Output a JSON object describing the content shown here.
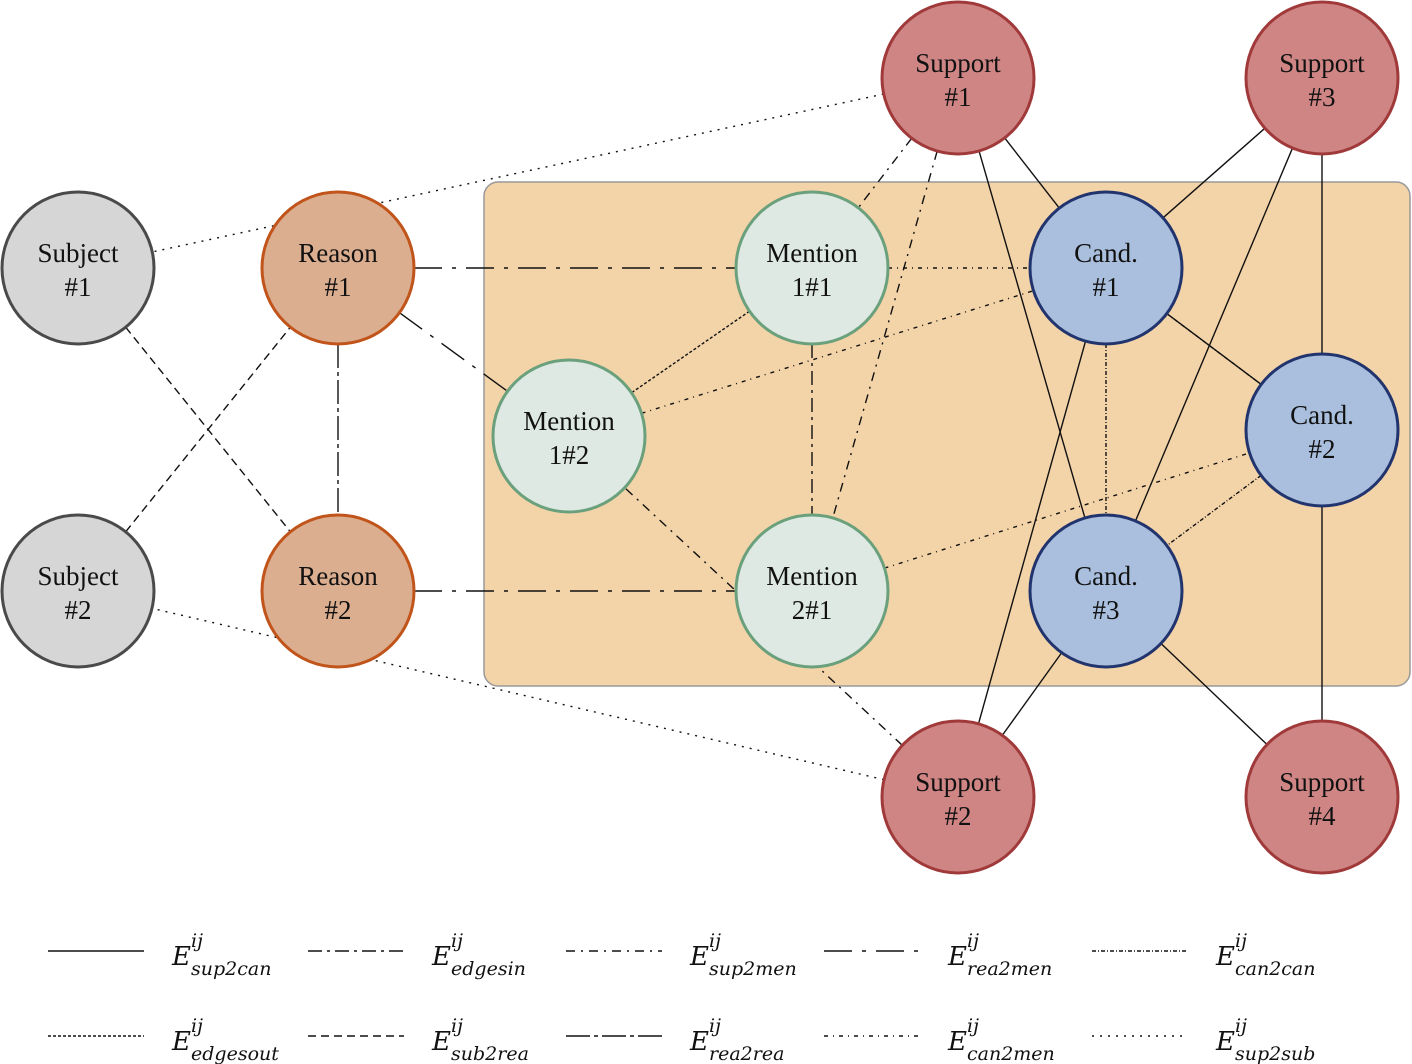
{
  "colors": {
    "background_box_fill": "#f3d3a8",
    "background_box_stroke": "#999999",
    "subject_fill": "#d6d6d6",
    "subject_stroke": "#4a4a4a",
    "reason_fill": "#dcae90",
    "reason_stroke": "#c0541a",
    "mention_fill": "#dfe9e3",
    "mention_stroke": "#6aa07c",
    "candidate_fill": "#a9bfdd",
    "candidate_stroke": "#22346e",
    "support_fill": "#d08585",
    "support_stroke": "#a03a3a",
    "edge": "#111111"
  },
  "nodes": [
    {
      "id": "subject1",
      "type": "subject",
      "line1": "Subject",
      "line2": "#1"
    },
    {
      "id": "subject2",
      "type": "subject",
      "line1": "Subject",
      "line2": "#2"
    },
    {
      "id": "reason1",
      "type": "reason",
      "line1": "Reason",
      "line2": "#1"
    },
    {
      "id": "reason2",
      "type": "reason",
      "line1": "Reason",
      "line2": "#2"
    },
    {
      "id": "mention11",
      "type": "mention",
      "line1": "Mention",
      "line2": "1#1"
    },
    {
      "id": "mention12",
      "type": "mention",
      "line1": "Mention",
      "line2": "1#2"
    },
    {
      "id": "mention21",
      "type": "mention",
      "line1": "Mention",
      "line2": "2#1"
    },
    {
      "id": "cand1",
      "type": "candidate",
      "line1": "Cand.",
      "line2": "#1"
    },
    {
      "id": "cand2",
      "type": "candidate",
      "line1": "Cand.",
      "line2": "#2"
    },
    {
      "id": "cand3",
      "type": "candidate",
      "line1": "Cand.",
      "line2": "#3"
    },
    {
      "id": "support1",
      "type": "support",
      "line1": "Support",
      "line2": "#1"
    },
    {
      "id": "support2",
      "type": "support",
      "line1": "Support",
      "line2": "#2"
    },
    {
      "id": "support3",
      "type": "support",
      "line1": "Support",
      "line2": "#3"
    },
    {
      "id": "support4",
      "type": "support",
      "line1": "Support",
      "line2": "#4"
    }
  ],
  "edges": [
    {
      "from": "support1",
      "to": "cand1",
      "type": "sup2can"
    },
    {
      "from": "support1",
      "to": "cand3",
      "type": "sup2can"
    },
    {
      "from": "support3",
      "to": "cand1",
      "type": "sup2can"
    },
    {
      "from": "support3",
      "to": "cand2",
      "type": "sup2can"
    },
    {
      "from": "support3",
      "to": "cand3",
      "type": "sup2can"
    },
    {
      "from": "support2",
      "to": "cand1",
      "type": "sup2can"
    },
    {
      "from": "support2",
      "to": "cand3",
      "type": "sup2can"
    },
    {
      "from": "support4",
      "to": "cand2",
      "type": "sup2can"
    },
    {
      "from": "support4",
      "to": "cand3",
      "type": "sup2can"
    },
    {
      "from": "cand1",
      "to": "cand2",
      "type": "sup2can"
    },
    {
      "from": "mention11",
      "to": "mention21",
      "type": "edgesin"
    },
    {
      "from": "support1",
      "to": "mention11",
      "type": "sup2men"
    },
    {
      "from": "support1",
      "to": "mention21",
      "type": "sup2men"
    },
    {
      "from": "support2",
      "to": "mention12",
      "type": "sup2men"
    },
    {
      "from": "reason1",
      "to": "mention11",
      "type": "rea2men"
    },
    {
      "from": "reason1",
      "to": "mention12",
      "type": "rea2men"
    },
    {
      "from": "reason2",
      "to": "mention21",
      "type": "rea2men"
    },
    {
      "from": "cand1",
      "to": "cand3",
      "type": "can2can"
    },
    {
      "from": "cand1",
      "to": "cand2",
      "type": "can2can"
    },
    {
      "from": "cand2",
      "to": "cand3",
      "type": "can2can"
    },
    {
      "from": "mention11",
      "to": "mention12",
      "type": "edgesout"
    },
    {
      "from": "subject1",
      "to": "reason2",
      "type": "sub2rea"
    },
    {
      "from": "subject2",
      "to": "reason1",
      "type": "sub2rea"
    },
    {
      "from": "reason1",
      "to": "reason2",
      "type": "rea2rea"
    },
    {
      "from": "mention11",
      "to": "cand1",
      "type": "can2men"
    },
    {
      "from": "mention12",
      "to": "cand1",
      "type": "can2men"
    },
    {
      "from": "mention21",
      "to": "cand2",
      "type": "can2men"
    },
    {
      "from": "support1",
      "to": "subject1",
      "type": "sup2sub"
    },
    {
      "from": "support2",
      "to": "subject2",
      "type": "sup2sub"
    }
  ],
  "legend": [
    {
      "type": "sup2can",
      "symbol": "E",
      "superscript": "ij",
      "subscript": "sup2can"
    },
    {
      "type": "edgesin",
      "symbol": "E",
      "superscript": "ij",
      "subscript": "edgesin"
    },
    {
      "type": "sup2men",
      "symbol": "E",
      "superscript": "ij",
      "subscript": "sup2men"
    },
    {
      "type": "rea2men",
      "symbol": "E",
      "superscript": "ij",
      "subscript": "rea2men"
    },
    {
      "type": "can2can",
      "symbol": "E",
      "superscript": "ij",
      "subscript": "can2can"
    },
    {
      "type": "edgesout",
      "symbol": "E",
      "superscript": "ij",
      "subscript": "edgesout"
    },
    {
      "type": "sub2rea",
      "symbol": "E",
      "superscript": "ij",
      "subscript": "sub2rea"
    },
    {
      "type": "rea2rea",
      "symbol": "E",
      "superscript": "ij",
      "subscript": "rea2rea"
    },
    {
      "type": "can2men",
      "symbol": "E",
      "superscript": "ij",
      "subscript": "can2men"
    },
    {
      "type": "sup2sub",
      "symbol": "E",
      "superscript": "ij",
      "subscript": "sup2sub"
    }
  ]
}
